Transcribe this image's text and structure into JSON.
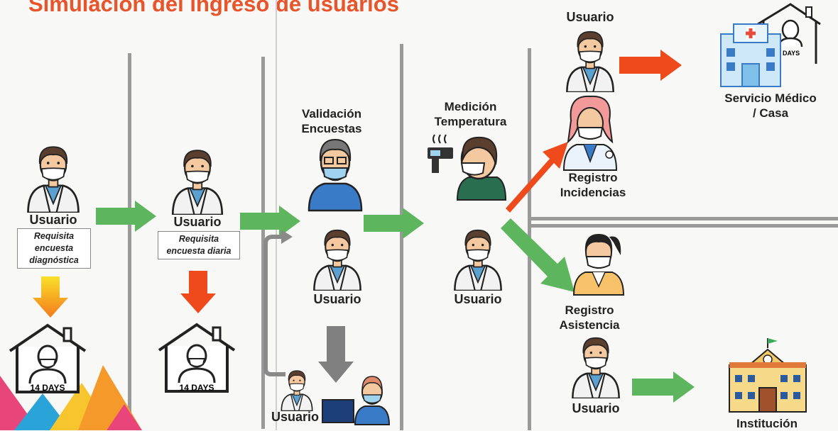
{
  "title": "Simulación del ingreso de usuarios",
  "stage1": {
    "user_label": "Usuario",
    "note": [
      "Requisita",
      "encuesta",
      "diagnóstica"
    ],
    "quarantine": "14 DAYS"
  },
  "stage2": {
    "user_label": "Usuario",
    "note": [
      "Requisita",
      "encuesta diaria"
    ],
    "quarantine": "14 DAYS"
  },
  "stage3": {
    "validator": [
      "Validación",
      "Encuestas"
    ],
    "user_label": "Usuario",
    "bottom_user_label": "Usuario"
  },
  "stage4": {
    "measure": [
      "Medición",
      "Temperatura"
    ],
    "user_label": "Usuario"
  },
  "stage5": {
    "top_user_label": "Usuario",
    "medical": [
      "Servicio Médico",
      "/ Casa"
    ],
    "incidents": [
      "Registro",
      "Incidencias"
    ],
    "attendance": [
      "Registro",
      "Asistencia"
    ],
    "bottom_user_label": "Usuario",
    "institution": "Institución",
    "days_badge": "DAYS"
  },
  "colors": {
    "title": "#e8552a",
    "green_arrow": "#5db55d",
    "orange_arrow": "#ee4a1c",
    "gray_arrow": "#808080"
  }
}
